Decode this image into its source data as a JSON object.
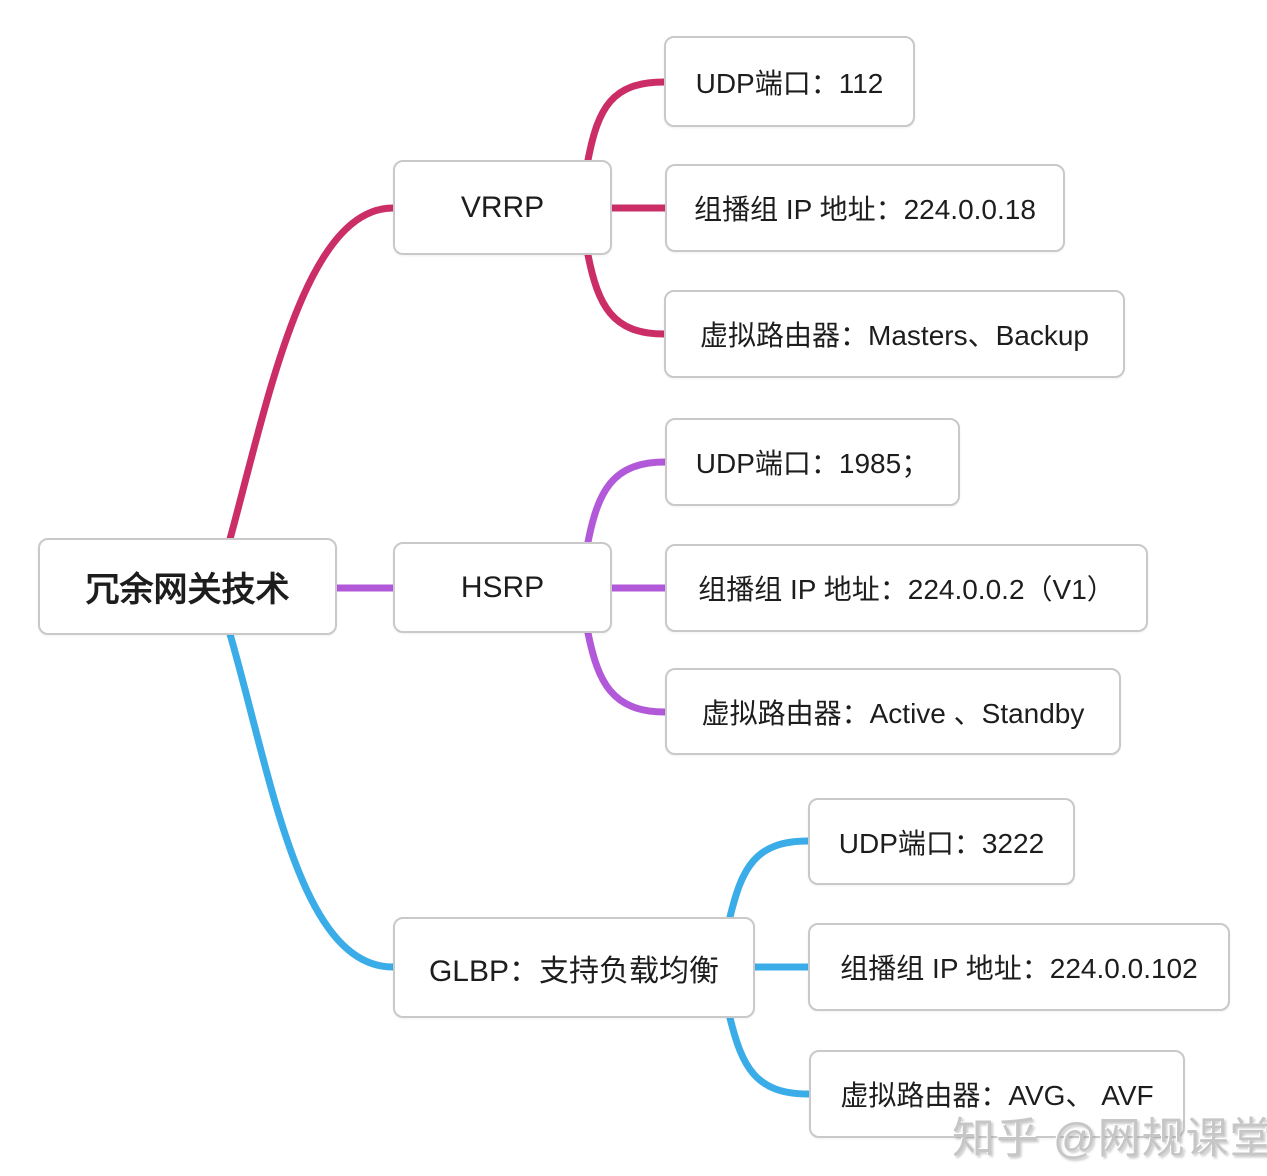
{
  "diagram": {
    "title": "冗余网关技术 mind map",
    "root": {
      "label": "冗余网关技术"
    },
    "branches": [
      {
        "id": "vrrp",
        "label": "VRRP",
        "color": "#cb2d66",
        "children": [
          {
            "label": "UDP端口：112"
          },
          {
            "label": "组播组 IP 地址：224.0.0.18"
          },
          {
            "label": "虚拟路由器：Masters、Backup"
          }
        ]
      },
      {
        "id": "hsrp",
        "label": "HSRP",
        "color": "#b259d9",
        "children": [
          {
            "label": "UDP端口：1985；"
          },
          {
            "label": "组播组 IP 地址：224.0.0.2（V1）"
          },
          {
            "label": "虚拟路由器：Active 、Standby"
          }
        ]
      },
      {
        "id": "glbp",
        "label": "GLBP：支持负载均衡",
        "color": "#3aade8",
        "children": [
          {
            "label": "UDP端口：3222"
          },
          {
            "label": "组播组 IP 地址：224.0.0.102"
          },
          {
            "label": "虚拟路由器：AVG、 AVF"
          }
        ]
      }
    ],
    "watermark": "知乎 @网规课堂"
  }
}
